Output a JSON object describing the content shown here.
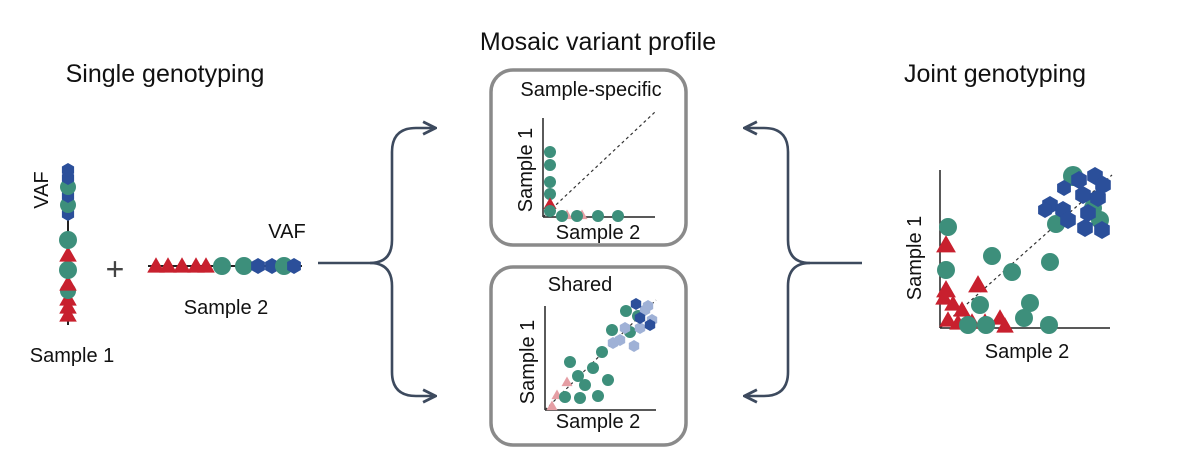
{
  "colors": {
    "red": "#c8202e",
    "teal": "#3d8f7b",
    "blue": "#2b4f9a",
    "light_red": "#e59ea4",
    "light_blue": "#9fb1d6",
    "arrow": "#3d4a5e",
    "box": "#8a8a8a"
  },
  "markers": {
    "red": "triangle",
    "teal": "circle",
    "blue": "hexagon"
  },
  "left": {
    "title": "Single genotyping",
    "vaf_label_1": "VAF",
    "vaf_label_2": "VAF",
    "plus": "+",
    "sample1_label": "Sample 1",
    "sample2_label": "Sample 2"
  },
  "center": {
    "title": "Mosaic variant profile",
    "specific": {
      "title": "Sample-specific",
      "ylabel": "Sample 1",
      "xlabel": "Sample 2"
    },
    "shared": {
      "title": "Shared",
      "ylabel": "Sample 1",
      "xlabel": "Sample 2"
    }
  },
  "right": {
    "title": "Joint genotyping",
    "ylabel": "Sample 1",
    "xlabel": "Sample 2"
  }
}
